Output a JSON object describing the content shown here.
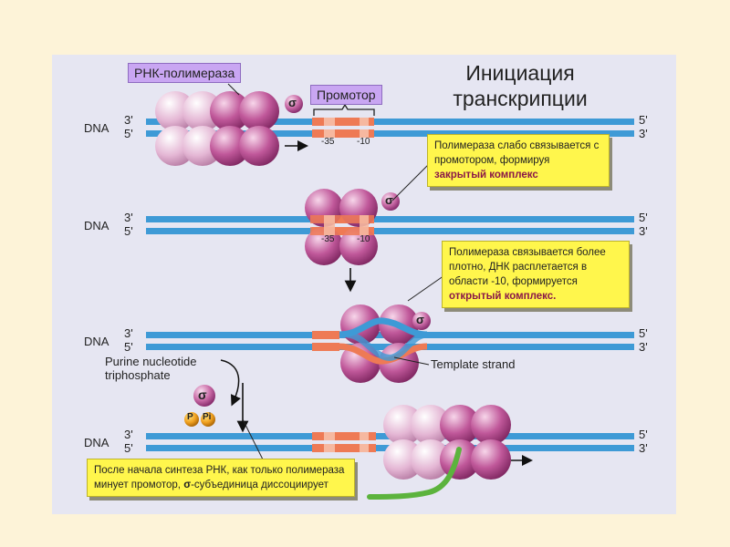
{
  "title": {
    "line1": "Инициация",
    "line2": "транскрипции"
  },
  "labels": {
    "rna_polymerase": "РНК-полимераза",
    "promoter": "Промотор",
    "dna": "DNA",
    "end3": "3'",
    "end5": "5'",
    "minus35": "-35",
    "minus10": "-10",
    "sigma": "σ",
    "template_strand": "Template strand",
    "purine_line1": "Purine nucleotide",
    "purine_line2": "triphosphate",
    "p": "P",
    "pi": "Pi"
  },
  "callouts": {
    "closed": {
      "text": "Полимераза слабо связывается с промотором, формируя",
      "bold": "закрытый комплекс"
    },
    "open": {
      "text": "Полимераза связывается более плотно, ДНК расплетается в области -10, формируется",
      "bold": "открытый комплекс."
    },
    "dissociate": {
      "text": "После начала синтеза РНК, как только полимераза минует промотор,",
      "bold": "σ",
      "tail": "-субъединица диссоциирует"
    }
  },
  "colors": {
    "dna": "#3e9ad6",
    "promoter": "#ee7a55",
    "polymerase": "#c0589a",
    "callout": "#fff64c",
    "tag": "#c9a6f2",
    "rna": "#5cb33d"
  }
}
